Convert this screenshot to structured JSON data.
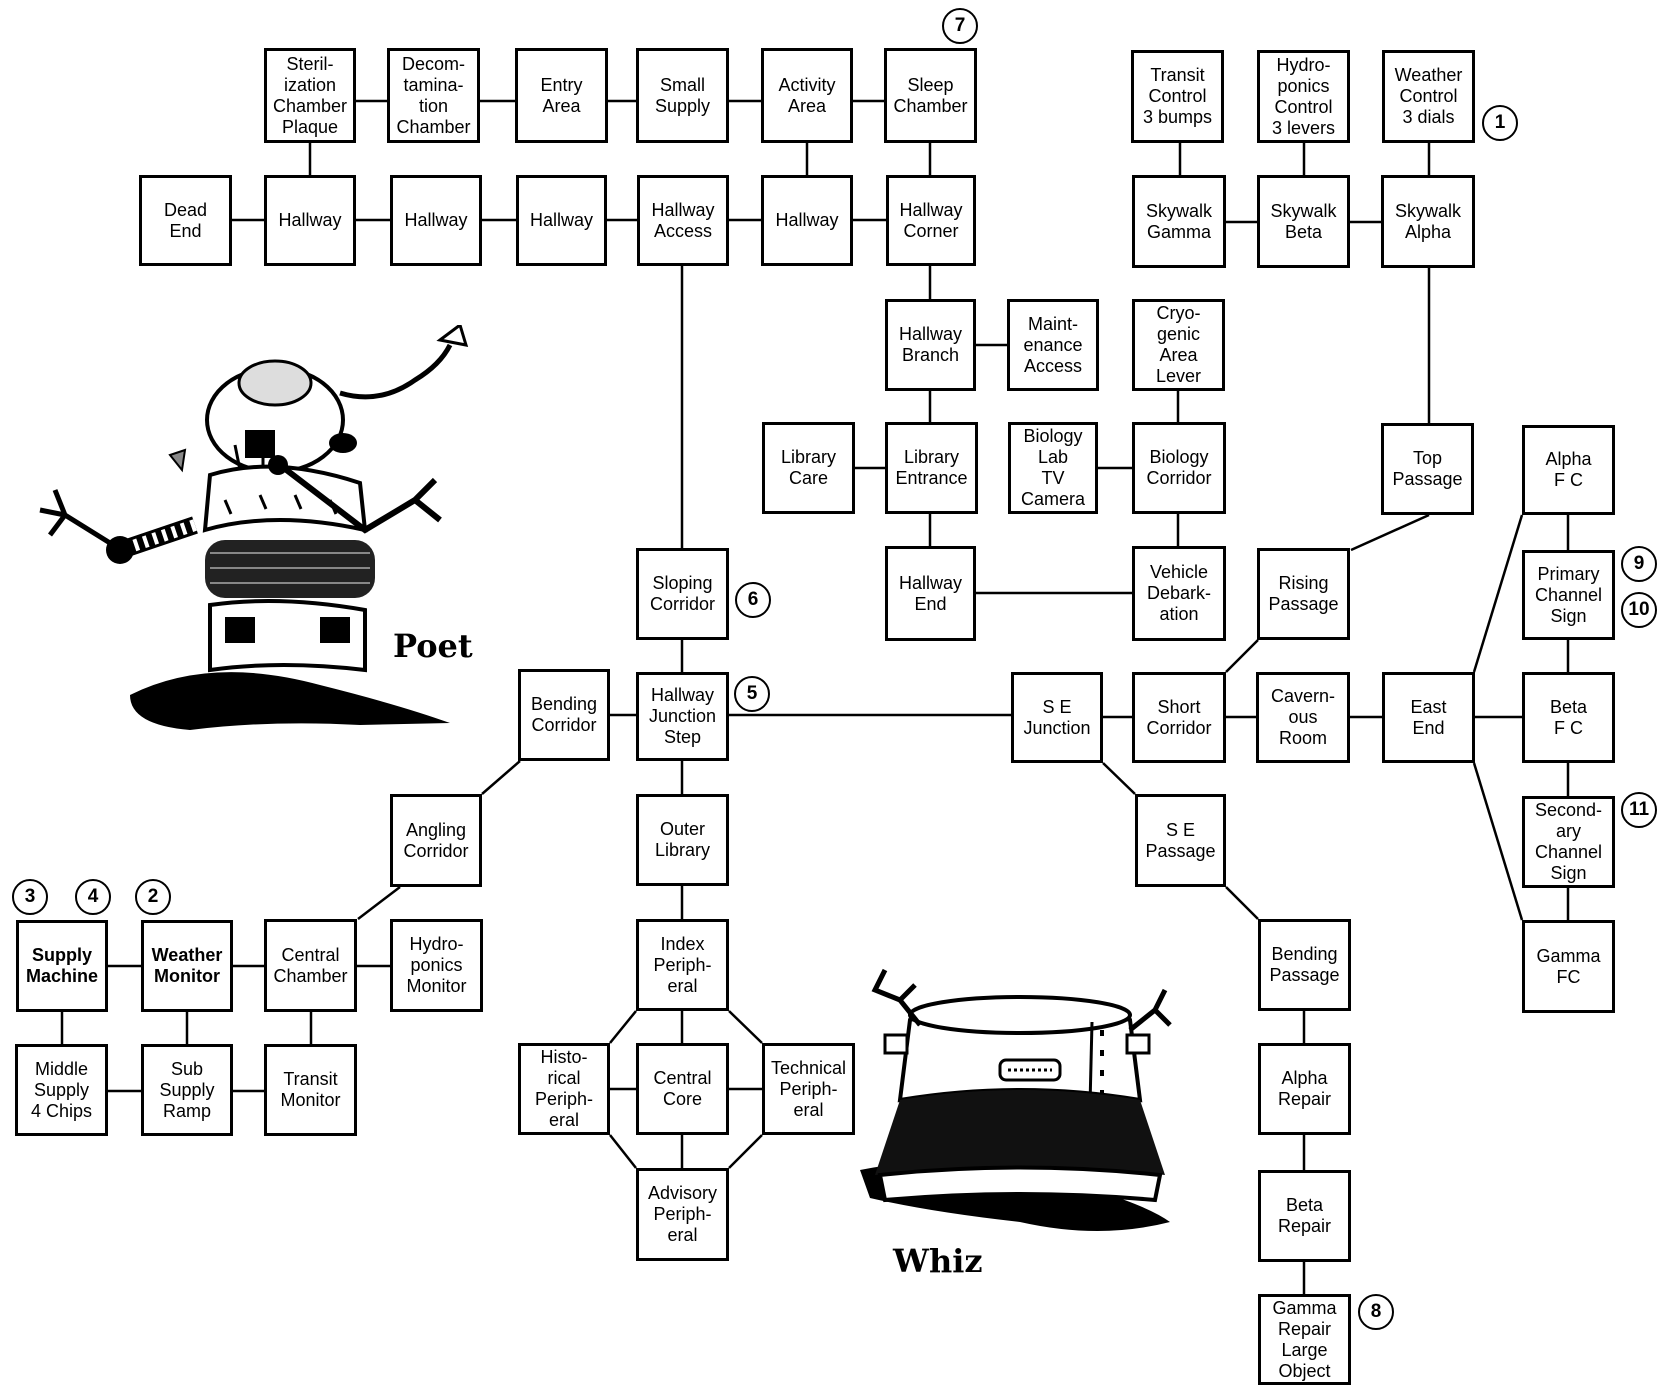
{
  "rooms": {
    "steril": "Steril-\nization\nChamber\nPlaque",
    "decon": "Decom-\ntamina-\ntion\nChamber",
    "entry": "Entry\nArea",
    "smallsupply": "Small\nSupply",
    "activity": "Activity\nArea",
    "sleep": "Sleep\nChamber",
    "deadend": "Dead\nEnd",
    "hall1": "Hallway",
    "hall2": "Hallway",
    "hall3": "Hallway",
    "hallaccess": "Hallway\nAccess",
    "hall4": "Hallway",
    "hallcorner": "Hallway\nCorner",
    "transitctrl": "Transit\nControl\n3 bumps",
    "hydroctrl": "Hydro-\nponics\nControl\n3 levers",
    "weatherctrl": "Weather\nControl\n3 dials",
    "skygamma": "Skywalk\nGamma",
    "skybeta": "Skywalk\nBeta",
    "skyalpha": "Skywalk\nAlpha",
    "hallbranch": "Hallway\nBranch",
    "maint": "Maint-\nenance\nAccess",
    "cryo": "Cryo-\ngenic\nArea\nLever",
    "libcare": "Library\nCare",
    "libent": "Library\nEntrance",
    "biolab": "Biology\nLab\nTV\nCamera",
    "biocorr": "Biology\nCorridor",
    "toppassage": "Top\nPassage",
    "alphafc": "Alpha\nF C",
    "hallend": "Hallway\nEnd",
    "vehicle": "Vehicle\nDebark-\nation",
    "rising": "Rising\nPassage",
    "primary": "Primary\nChannel\nSign",
    "sloping": "Sloping\nCorridor",
    "bending": "Bending\nCorridor",
    "junction": "Hallway\nJunction\nStep",
    "sejunction": "S E\nJunction",
    "short": "Short\nCorridor",
    "cavern": "Cavern-\nous\nRoom",
    "eastend": "East\nEnd",
    "betafc": "Beta\nF C",
    "angling": "Angling\nCorridor",
    "outerlib": "Outer\nLibrary",
    "sepassage": "S E\nPassage",
    "secondary": "Second-\nary\nChannel\nSign",
    "supplymachine": "Supply\nMachine",
    "weathermon": "Weather\nMonitor",
    "central": "Central\nChamber",
    "hydromon": "Hydro-\nponics\nMonitor",
    "index": "Index\nPeriph-\neral",
    "bendingpass": "Bending\nPassage",
    "gammafc": "Gamma\nFC",
    "middlesupply": "Middle\nSupply\n4 Chips",
    "subsupply": "Sub\nSupply\nRamp",
    "transitmon": "Transit\nMonitor",
    "historical": "Histo-\nrical\nPeriph-\neral",
    "core": "Central\nCore",
    "technical": "Technical\nPeriph-\neral",
    "alpharepair": "Alpha\nRepair",
    "advisory": "Advisory\nPeriph-\neral",
    "betarepair": "Beta\nRepair",
    "gammarepair": "Gamma\nRepair\nLarge\nObject"
  },
  "markers": {
    "m1": "1",
    "m2": "2",
    "m3": "3",
    "m4": "4",
    "m5": "5",
    "m6": "6",
    "m7": "7",
    "m8": "8",
    "m9": "9",
    "m10": "10",
    "m11": "11"
  },
  "characters": {
    "poet": "Poet",
    "whiz": "Whiz"
  }
}
